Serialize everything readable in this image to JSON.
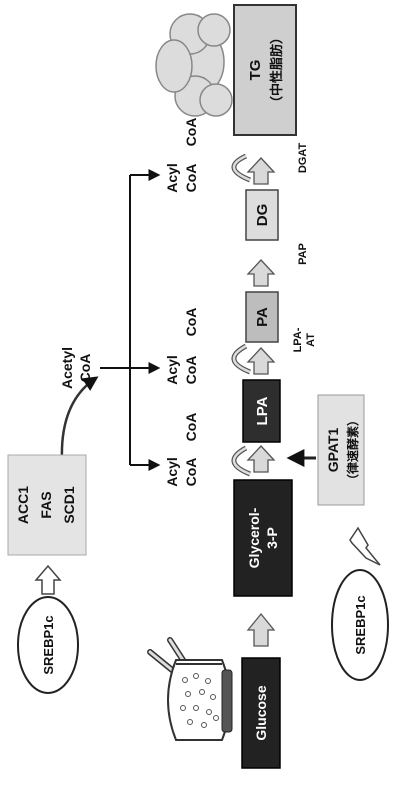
{
  "pathway": {
    "glucose": "Glucose",
    "glycerol_line1": "Glycerol-",
    "glycerol_line2": "3-P",
    "lpa": "LPA",
    "pa": "PA",
    "dg": "DG",
    "tg_line1": "TG",
    "tg_line2": "（中性脂肪）"
  },
  "enzymes": {
    "gpat1_line1": "GPAT1",
    "gpat1_line2": "（律速酵素）",
    "lpaat_line1": "LPA-",
    "lpaat_line2": "AT",
    "pap": "PAP",
    "dgat": "DGAT"
  },
  "regulators": {
    "srebp_top": "SREBP1c",
    "srebp_bottom": "SREBP1c",
    "genes": [
      "ACC1",
      "FAS",
      "SCD1"
    ]
  },
  "acetyl": {
    "line1": "Acetyl",
    "line2": "CoA"
  },
  "acyl": {
    "line1": "Acyl",
    "line2": "CoA"
  },
  "coa": "CoA"
}
